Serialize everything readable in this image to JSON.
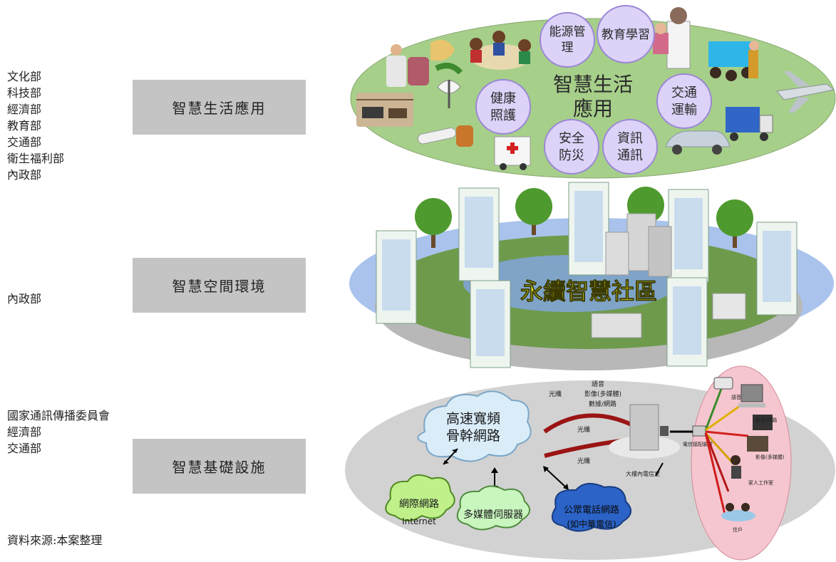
{
  "left_column": {
    "groups": [
      {
        "agencies": [
          "文化部",
          "科技部",
          "經濟部",
          "教育部",
          "交通部",
          "衛生福利部",
          "內政部"
        ]
      },
      {
        "agencies": [
          "內政部"
        ]
      },
      {
        "agencies": [
          "國家通訊傳播委員會",
          "經濟部",
          "交通部"
        ]
      }
    ],
    "source": "資料來源:本案整理"
  },
  "layers": [
    {
      "label": "智慧生活應用"
    },
    {
      "label": "智慧空間環境"
    },
    {
      "label": "智慧基礎設施"
    }
  ],
  "top_ellipse": {
    "center_title_line1": "智慧生活",
    "center_title_line2": "應用",
    "bubbles": [
      {
        "line1": "能源管",
        "line2": "理"
      },
      {
        "line1": "教育學習",
        "line2": ""
      },
      {
        "line1": "健康",
        "line2": "照護"
      },
      {
        "line1": "交通",
        "line2": "運輸"
      },
      {
        "line1": "安全",
        "line2": "防災"
      },
      {
        "line1": "資訊",
        "line2": "通訊"
      }
    ]
  },
  "middle_ellipse": {
    "title": "永續智慧社區"
  },
  "bottom_ellipse": {
    "backbone_line1": "高速寬頻",
    "backbone_line2": "骨幹網路",
    "fiber_labels": [
      "光纖",
      "光纖",
      "光纖"
    ],
    "service_labels": [
      "語音",
      "影像(多媒體)",
      "數據/網路"
    ],
    "clouds": [
      {
        "line1": "網際網路",
        "line2": "Internet"
      },
      {
        "line1": "多媒體伺服器",
        "line2": ""
      },
      {
        "line1": "公眾電話網路",
        "line2": "(如中華電信)"
      }
    ],
    "building_label": "大樓內電信室",
    "switch_label": "電信接配裝置",
    "devices": [
      "語音",
      "數據/網路",
      "影像(多媒體)",
      "家人工作室",
      "住戶"
    ]
  },
  "colors": {
    "top_ellipse": "#a6cf8a",
    "bubble": "#ddd2f7",
    "bubble_stroke": "#9b87d6",
    "middle_ellipse": "#a9c3ec",
    "bottom_ellipse": "#d2d2d2",
    "device_ellipse": "#f5c6cf",
    "title_yellow": "#ffff33",
    "fiber": "#9b1414"
  }
}
